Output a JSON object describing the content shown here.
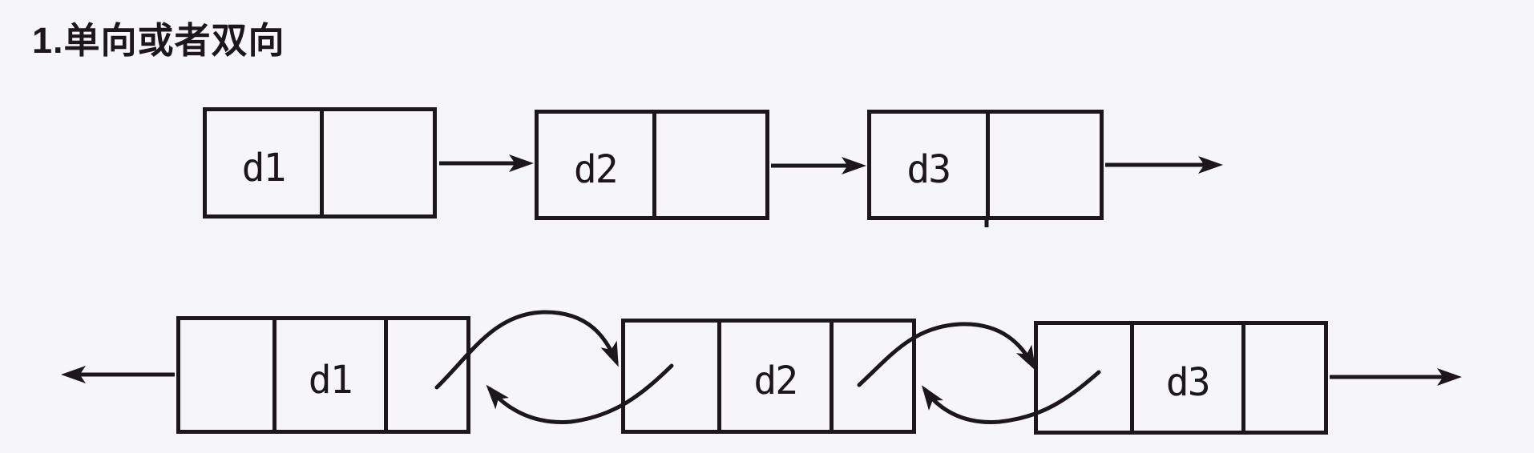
{
  "title": "1.单向或者双向",
  "colors": {
    "background": "#f6f6f8",
    "ink": "#1d161a"
  },
  "singly_list": {
    "nodes": [
      {
        "label": "d1"
      },
      {
        "label": "d2"
      },
      {
        "label": "d3"
      }
    ]
  },
  "doubly_list": {
    "nodes": [
      {
        "label": "d1"
      },
      {
        "label": "d2"
      },
      {
        "label": "d3"
      }
    ]
  }
}
